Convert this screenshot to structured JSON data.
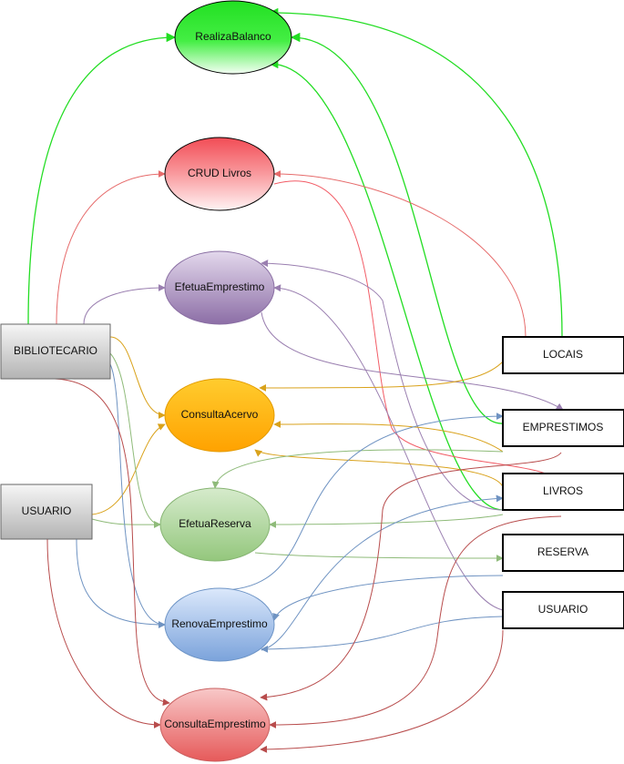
{
  "title": "Biblioteca use-case diagram",
  "colors": {
    "green": "#22dd22",
    "red": "#e66b6b",
    "purple": "#9a7fb0",
    "orange": "#d9a21b",
    "lightgreen": "#8fbb7a",
    "blue": "#6f93c2",
    "darkred": "#b84c4c",
    "pink": "#f25c66"
  },
  "use_cases": [
    {
      "id": "realiza",
      "label": "RealizaBalanco",
      "theme": "green"
    },
    {
      "id": "crud",
      "label": "CRUD Livros",
      "theme": "red"
    },
    {
      "id": "efetua_emp",
      "label": "EfetuaEmprestimo",
      "theme": "purple"
    },
    {
      "id": "consulta_acervo",
      "label": "ConsultaAcervo",
      "theme": "orange"
    },
    {
      "id": "efetua_res",
      "label": "EfetuaReserva",
      "theme": "lightgreen"
    },
    {
      "id": "renova",
      "label": "RenovaEmprestimo",
      "theme": "blue"
    },
    {
      "id": "consulta_emp",
      "label": "ConsultaEmprestimo",
      "theme": "salmon"
    }
  ],
  "actors": [
    {
      "id": "bibliotecario",
      "label": "BIBLIOTECARIO"
    },
    {
      "id": "usuario_actor",
      "label": "USUARIO"
    }
  ],
  "tables": [
    {
      "id": "locais",
      "label": "LOCAIS"
    },
    {
      "id": "emprestimos",
      "label": "EMPRESTIMOS"
    },
    {
      "id": "livros",
      "label": "LIVROS"
    },
    {
      "id": "reserva",
      "label": "RESERVA"
    },
    {
      "id": "usuario_table",
      "label": "USUARIO"
    }
  ],
  "edges": [
    {
      "from": "bibliotecario",
      "to": "realiza",
      "color": "green"
    },
    {
      "from": "locais",
      "to": "realiza",
      "color": "green"
    },
    {
      "from": "emprestimos",
      "to": "realiza",
      "color": "green"
    },
    {
      "from": "livros",
      "to": "realiza",
      "color": "green"
    },
    {
      "from": "bibliotecario",
      "to": "crud",
      "color": "red"
    },
    {
      "from": "locais",
      "to": "crud",
      "color": "red"
    },
    {
      "from": "crud",
      "to": "livros",
      "color": "pink"
    },
    {
      "from": "bibliotecario",
      "to": "efetua_emp",
      "color": "purple"
    },
    {
      "from": "livros",
      "to": "efetua_emp",
      "color": "purple"
    },
    {
      "from": "usuario_table",
      "to": "efetua_emp",
      "color": "purple"
    },
    {
      "from": "efetua_emp",
      "to": "emprestimos",
      "color": "purple"
    },
    {
      "from": "bibliotecario",
      "to": "consulta_acervo",
      "color": "orange"
    },
    {
      "from": "usuario_actor",
      "to": "consulta_acervo",
      "color": "orange"
    },
    {
      "from": "locais",
      "to": "consulta_acervo",
      "color": "orange"
    },
    {
      "from": "emprestimos",
      "to": "consulta_acervo",
      "color": "orange"
    },
    {
      "from": "livros",
      "to": "consulta_acervo",
      "color": "orange"
    },
    {
      "from": "bibliotecario",
      "to": "efetua_res",
      "color": "lightgreen"
    },
    {
      "from": "usuario_actor",
      "to": "efetua_res",
      "color": "lightgreen"
    },
    {
      "from": "livros",
      "to": "efetua_res",
      "color": "lightgreen"
    },
    {
      "from": "emprestimos",
      "to": "efetua_res",
      "color": "lightgreen"
    },
    {
      "from": "efetua_res",
      "to": "reserva",
      "color": "lightgreen"
    },
    {
      "from": "bibliotecario",
      "to": "renova",
      "color": "blue"
    },
    {
      "from": "usuario_actor",
      "to": "renova",
      "color": "blue"
    },
    {
      "from": "renova",
      "to": "emprestimos",
      "color": "blue"
    },
    {
      "from": "renova",
      "to": "livros",
      "color": "blue"
    },
    {
      "from": "reserva",
      "to": "renova",
      "color": "blue"
    },
    {
      "from": "usuario_table",
      "to": "renova",
      "color": "blue"
    },
    {
      "from": "bibliotecario",
      "to": "consulta_emp",
      "color": "darkred"
    },
    {
      "from": "usuario_actor",
      "to": "consulta_emp",
      "color": "darkred"
    },
    {
      "from": "emprestimos",
      "to": "consulta_emp",
      "color": "darkred"
    },
    {
      "from": "livros",
      "to": "consulta_emp",
      "color": "darkred"
    },
    {
      "from": "usuario_table",
      "to": "consulta_emp",
      "color": "darkred"
    }
  ]
}
